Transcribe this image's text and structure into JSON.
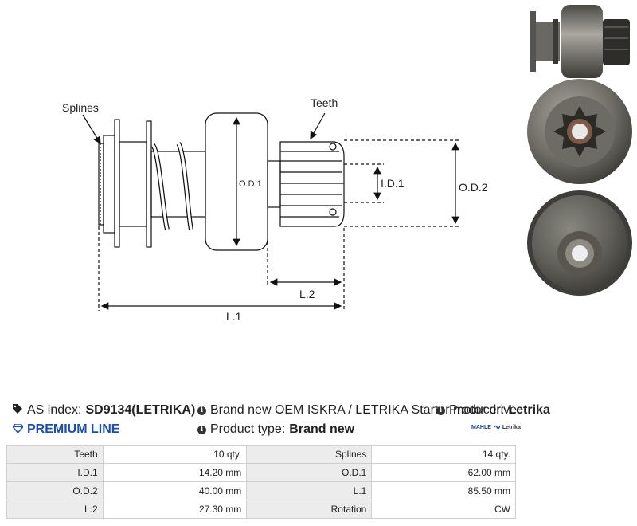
{
  "drawing": {
    "labels": {
      "splines": "Splines",
      "teeth": "Teeth",
      "od1": "O.D.1",
      "id1": "I.D.1",
      "od2": "O.D.2",
      "l2": "L.2",
      "l1": "L.1"
    }
  },
  "info": {
    "as_index_label": "AS index:",
    "as_index_value": "SD9134(LETRIKA)",
    "description": "Brand new OEM ISKRA / LETRIKA Starter motor drive",
    "producer_label": "Producer:",
    "producer_value": "Letrika",
    "premium_line": "PREMIUM LINE",
    "product_type_label": "Product type:",
    "product_type_value": "Brand new",
    "brand_logo_text": "MAHLE",
    "brand_logo_text2": "Letrika"
  },
  "specs": {
    "rows": [
      [
        {
          "k": "Teeth",
          "v": "10 qty."
        },
        {
          "k": "Splines",
          "v": "14 qty."
        }
      ],
      [
        {
          "k": "I.D.1",
          "v": "14.20 mm"
        },
        {
          "k": "O.D.1",
          "v": "62.00 mm"
        }
      ],
      [
        {
          "k": "O.D.2",
          "v": "40.00 mm"
        },
        {
          "k": "L.1",
          "v": "85.50 mm"
        }
      ],
      [
        {
          "k": "L.2",
          "v": "27.30 mm"
        },
        {
          "k": "Rotation",
          "v": "CW"
        }
      ]
    ]
  },
  "colors": {
    "accent": "#1e4fa8",
    "table_key_bg": "#ececec",
    "table_border": "#cfcfcf"
  }
}
